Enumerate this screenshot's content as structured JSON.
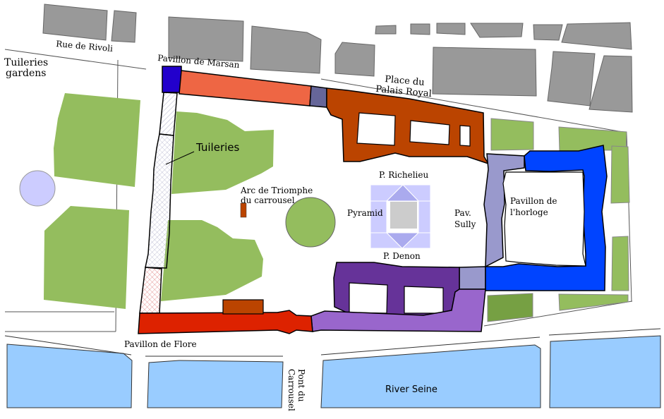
{
  "labels": {
    "rue_de_rivoli": "Rue de Rivoli",
    "tuileries_gardens_1": "Tuileries",
    "tuileries_gardens_2": "gardens",
    "pavillon_de_marsan": "Pavillon de Marsan",
    "place_palais_royal_1": "Place du",
    "place_palais_royal_2": "Palais Royal",
    "tuileries": "Tuileries",
    "arc_1": "Arc de Triomphe",
    "arc_2": "du carrousel",
    "p_richelieu": "P. Richelieu",
    "pyramid": "Pyramid",
    "pav_sully_1": "Pav.",
    "pav_sully_2": "Sully",
    "pavillon_horloge_1": "Pavillon de",
    "pavillon_horloge_2": "l'horloge",
    "p_denon": "P. Denon",
    "pavillon_de_flore": "Pavillon de Flore",
    "pont_du_carrousel_1": "Pont du",
    "pont_du_carrousel_2": "Carrousel",
    "river_seine": "River Seine"
  },
  "colors": {
    "building_gray": "#999999",
    "garden_green": "#94bd5e",
    "dark_green": "#76a043",
    "water": "#99ccff",
    "marsan_blue": "#2200cc",
    "marsan_wing": "#ee6644",
    "richelieu_wing": "#bb4400",
    "cour_carree": "#0044ff",
    "sully_lavender": "#9999cc",
    "denon_purple": "#663399",
    "denon_light": "#9966cc",
    "flore_red": "#dd2200",
    "pyramid": "#ccccff",
    "pyramid_core": "#cccccc",
    "pyramid_dark": "#aaaaee"
  }
}
